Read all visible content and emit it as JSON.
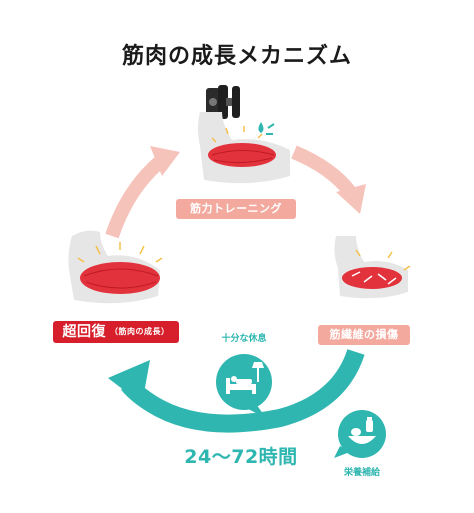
{
  "title": "筋肉の成長メカニズム",
  "stages": {
    "training": "筋力トレーニング",
    "damage": "筋繊維の損傷",
    "recovery_main": "超回復",
    "recovery_sub": "（筋肉の成長）"
  },
  "rest_label": "十分な休息",
  "nutrition_label": "栄養補給",
  "time_label": "24〜72時間",
  "icons": [
    "dumbbell-icon",
    "sweat-drop-icon",
    "bed-icon",
    "lamp-icon",
    "food-bowl-icon"
  ],
  "colors": {
    "cycle_arrow": "#f6c3bb",
    "label_pink": "#f3a99e",
    "recovery_red": "#d71f2b",
    "muscle_red": "#e2323c",
    "teal": "#2fb6b0",
    "arm_gray": "#e6e6e6"
  }
}
